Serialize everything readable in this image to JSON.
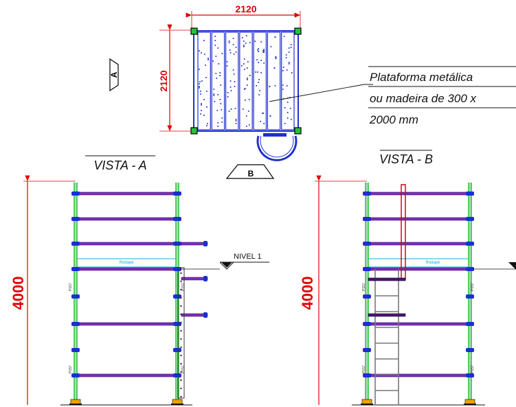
{
  "plan": {
    "width_label": "2120",
    "depth_label": "2120",
    "note_lines": [
      "Plataforma metálica",
      "ou madeira de 300 x",
      "2000 mm"
    ],
    "marker_a": "A",
    "marker_b": "B"
  },
  "view_a": {
    "title": "VISTA - A",
    "height_label": "4000",
    "level_label": "NIVEL 1",
    "rail_label": "Rodapé",
    "post_tag": "P157"
  },
  "view_b": {
    "title": "VISTA - B",
    "height_label": "4000",
    "rail_label": "Rodapé",
    "post_tag": "P157"
  },
  "colors": {
    "dimension": "#e00000",
    "ledger": "#7a2fb8",
    "post": "#27c23a",
    "coupler": "#1a2fd0",
    "plank": "#1f2fd0",
    "ladder": "#777777",
    "guard": "#e00000",
    "rail": "#00b5d8"
  }
}
